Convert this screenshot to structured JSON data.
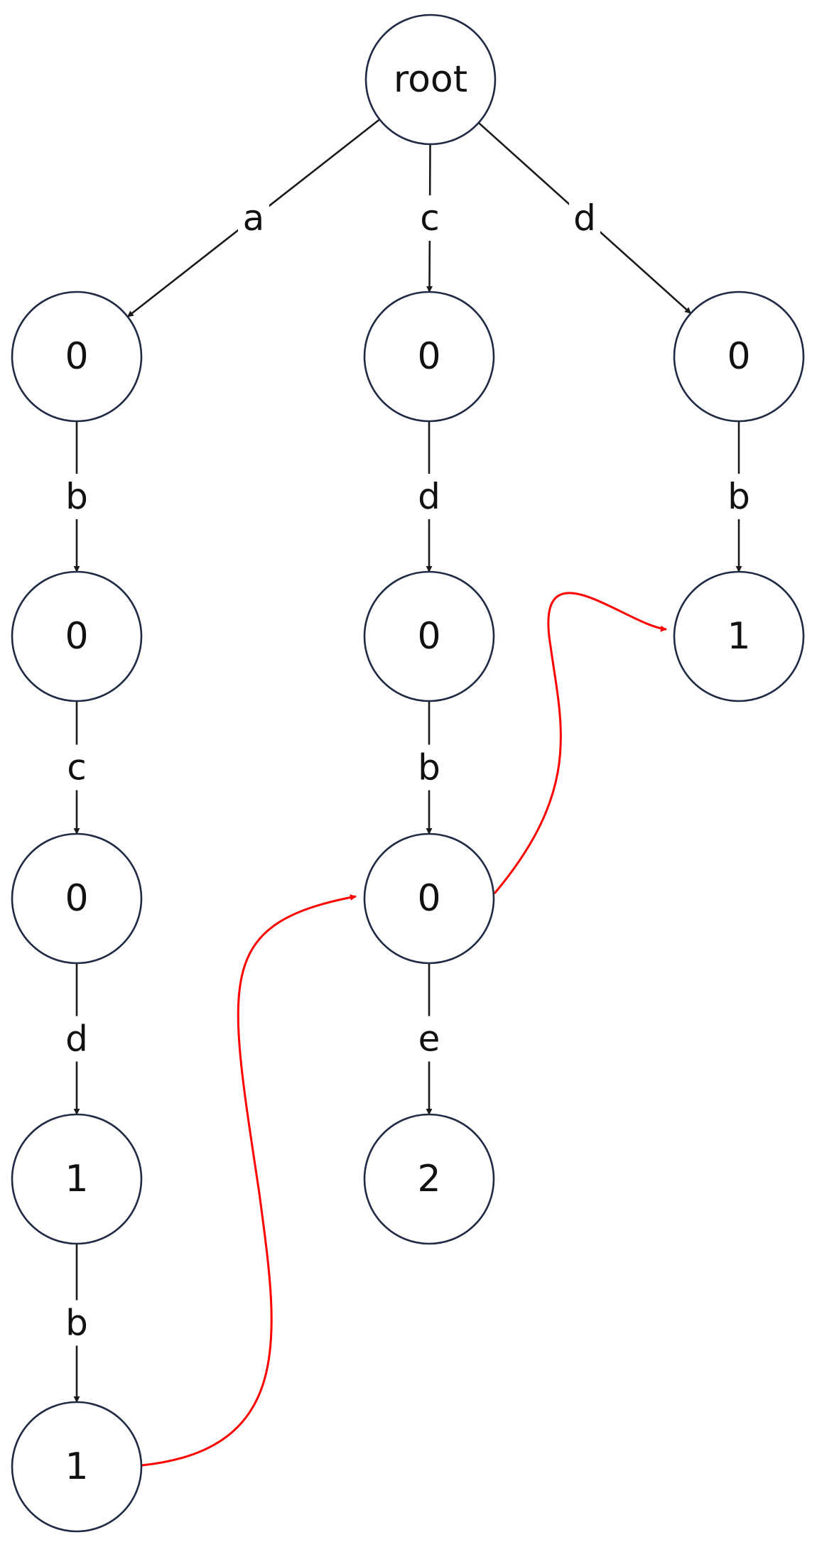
{
  "trie": {
    "nodes": [
      {
        "id": "root",
        "label": "root"
      },
      {
        "id": "a",
        "label": "0"
      },
      {
        "id": "ab",
        "label": "0"
      },
      {
        "id": "abc",
        "label": "0"
      },
      {
        "id": "abcd",
        "label": "1"
      },
      {
        "id": "abcdb",
        "label": "1"
      },
      {
        "id": "c",
        "label": "0"
      },
      {
        "id": "cd",
        "label": "0"
      },
      {
        "id": "cdb",
        "label": "0"
      },
      {
        "id": "cdbe",
        "label": "2"
      },
      {
        "id": "d",
        "label": "0"
      },
      {
        "id": "db",
        "label": "1"
      }
    ],
    "edges": [
      {
        "from": "root",
        "to": "a",
        "label": "a"
      },
      {
        "from": "root",
        "to": "c",
        "label": "c"
      },
      {
        "from": "root",
        "to": "d",
        "label": "d"
      },
      {
        "from": "a",
        "to": "ab",
        "label": "b"
      },
      {
        "from": "ab",
        "to": "abc",
        "label": "c"
      },
      {
        "from": "abc",
        "to": "abcd",
        "label": "d"
      },
      {
        "from": "abcd",
        "to": "abcdb",
        "label": "b"
      },
      {
        "from": "c",
        "to": "cd",
        "label": "d"
      },
      {
        "from": "cd",
        "to": "cdb",
        "label": "b"
      },
      {
        "from": "cdb",
        "to": "cdbe",
        "label": "e"
      },
      {
        "from": "d",
        "to": "db",
        "label": "b"
      }
    ],
    "fail_links": [
      {
        "from": "abcdb",
        "to": "cdb"
      },
      {
        "from": "cdb",
        "to": "db"
      }
    ],
    "colors": {
      "node_stroke": "#1f2a44",
      "edge": "#1a1a1a",
      "fail_link": "#ff0000"
    }
  }
}
